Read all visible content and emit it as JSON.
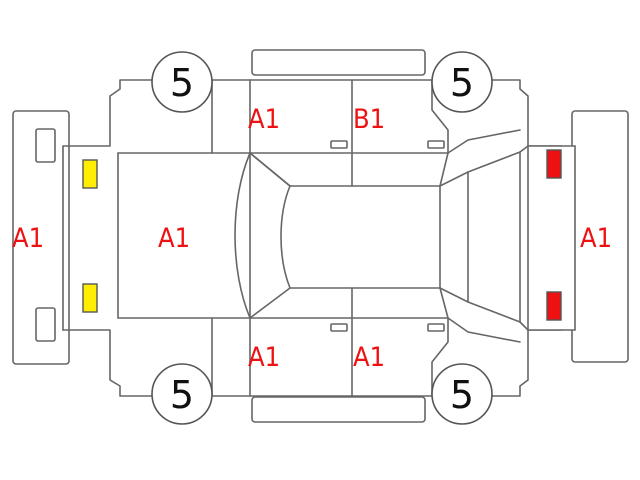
{
  "colors": {
    "outline": "#666666",
    "damage_code": "#ee1111",
    "front_lamp": "#ffee00",
    "rear_lamp": "#ee1111"
  },
  "tires": {
    "front_top": "5",
    "rear_top": "5",
    "front_bottom": "5",
    "rear_bottom": "5"
  },
  "codes": {
    "front_bumper": "A1",
    "hood": "A1",
    "front_door_top": "A1",
    "rear_door_top": "B1",
    "front_door_bottom": "A1",
    "rear_door_bottom": "A1",
    "rear_bumper": "A1"
  }
}
